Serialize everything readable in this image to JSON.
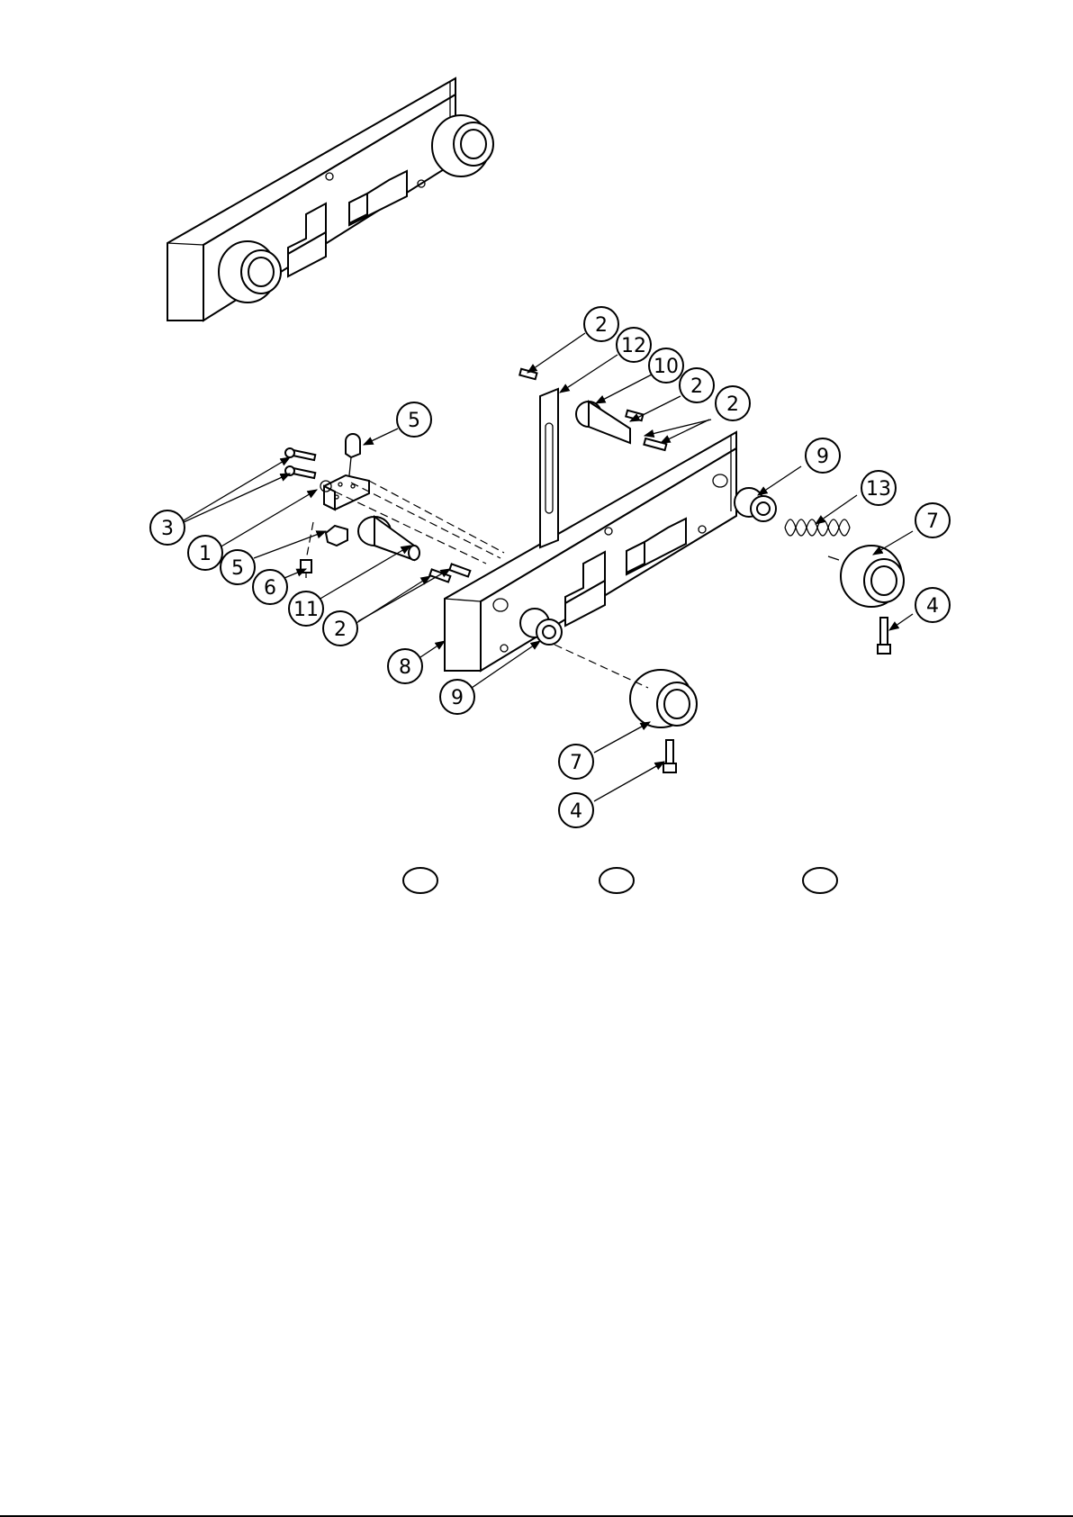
{
  "balloons": [
    {
      "id": "2-top",
      "label": "2"
    },
    {
      "id": "12",
      "label": "12"
    },
    {
      "id": "10",
      "label": "10"
    },
    {
      "id": "2-mid",
      "label": "2"
    },
    {
      "id": "2-right",
      "label": "2"
    },
    {
      "id": "5-top",
      "label": "5"
    },
    {
      "id": "9-right",
      "label": "9"
    },
    {
      "id": "13",
      "label": "13"
    },
    {
      "id": "7-right",
      "label": "7"
    },
    {
      "id": "3",
      "label": "3"
    },
    {
      "id": "1",
      "label": "1"
    },
    {
      "id": "5-low",
      "label": "5"
    },
    {
      "id": "6",
      "label": "6"
    },
    {
      "id": "11",
      "label": "11"
    },
    {
      "id": "2-low",
      "label": "2"
    },
    {
      "id": "4-right",
      "label": "4"
    },
    {
      "id": "8",
      "label": "8"
    },
    {
      "id": "9-low",
      "label": "9"
    },
    {
      "id": "7-low",
      "label": "7"
    },
    {
      "id": "4-low",
      "label": "4"
    }
  ]
}
